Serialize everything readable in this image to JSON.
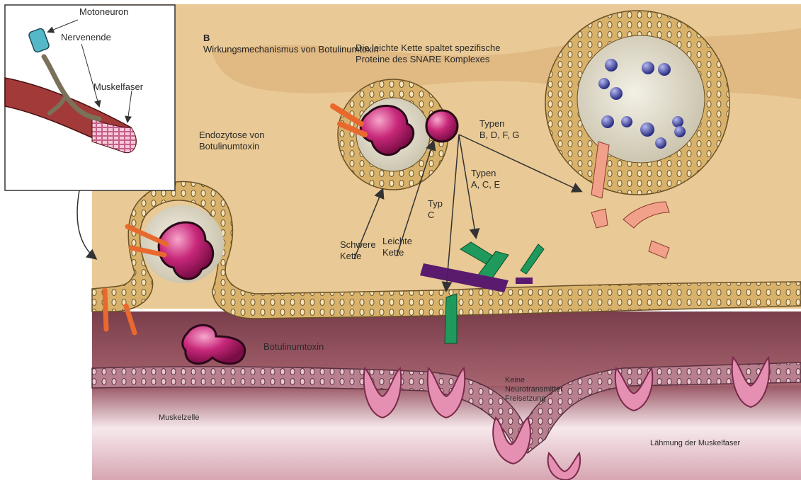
{
  "inset": {
    "labels": {
      "motoneuron": "Motoneuron",
      "nerve_ending": "Nervenende",
      "muscle_fiber": "Muskelfaser"
    }
  },
  "main": {
    "panel_letter": "B",
    "title": "Wirkungsmechanismus von Botulinumtoxin",
    "labels": {
      "light_chain_cleaves": "Die leichte Kette spaltet spezifische\nProteine des SNARE Komplexes",
      "endocytosis": "Endozytose von\nBotulinumtoxin",
      "types_bdfg": "Typen\nB, D, F, G",
      "types_ace": "Typen\nA, C, E",
      "type_c": "Typ\nC",
      "heavy_chain": "Schwere\nKette",
      "light_chain": "Leichte\nKette",
      "botulinum_toxin": "Botulinumtoxin",
      "no_release": "Keine\nNeurotransmitter\nFreisetzung",
      "muscle_cell": "Muskelzelle",
      "paralysis": "Lähmung der Muskelfaser"
    }
  },
  "colors": {
    "cytoplasm": "#e9c995",
    "membrane": "#d9b56a",
    "cleft": "#8a4a55",
    "muscle": "#f3dfe4",
    "toxin": "#c2246f",
    "snare_green": "#1f9a5c",
    "snare_purple": "#5a1a6e",
    "snare_salmon": "#f1a08a",
    "vesicle_ball": "#3a3f9a",
    "receptor": "#e58fb3"
  }
}
